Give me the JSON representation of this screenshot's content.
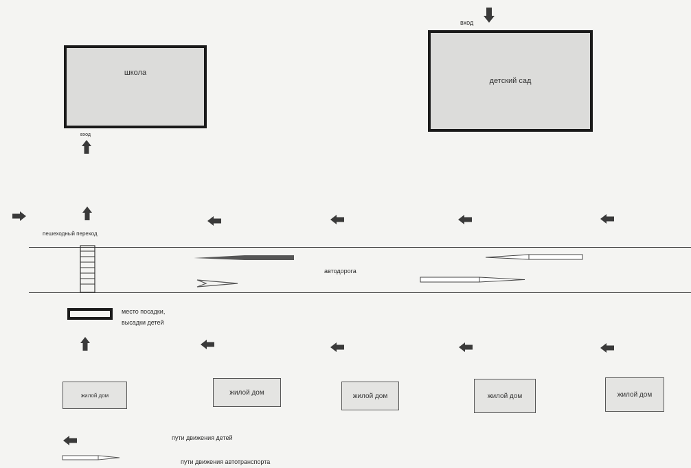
{
  "buildings": {
    "school": "школа",
    "kindergarten": "детский сад",
    "houses": [
      "жилой дом",
      "жилой дом",
      "жилой дом",
      "жилой дом",
      "жилой дом"
    ]
  },
  "labels": {
    "school_entrance": "вход",
    "kindergarten_entrance": "вход",
    "crosswalk": "пешеходный переход",
    "road": "автодорога",
    "pickup_line1": "место посадки,",
    "pickup_line2": "высадки детей"
  },
  "legend": {
    "children_path": "пути движения детей",
    "vehicle_path": "пути движения автотранспорта"
  },
  "colors": {
    "children_arrow": "#3a3a3a",
    "vehicle_arrow_outline": "#444444"
  }
}
